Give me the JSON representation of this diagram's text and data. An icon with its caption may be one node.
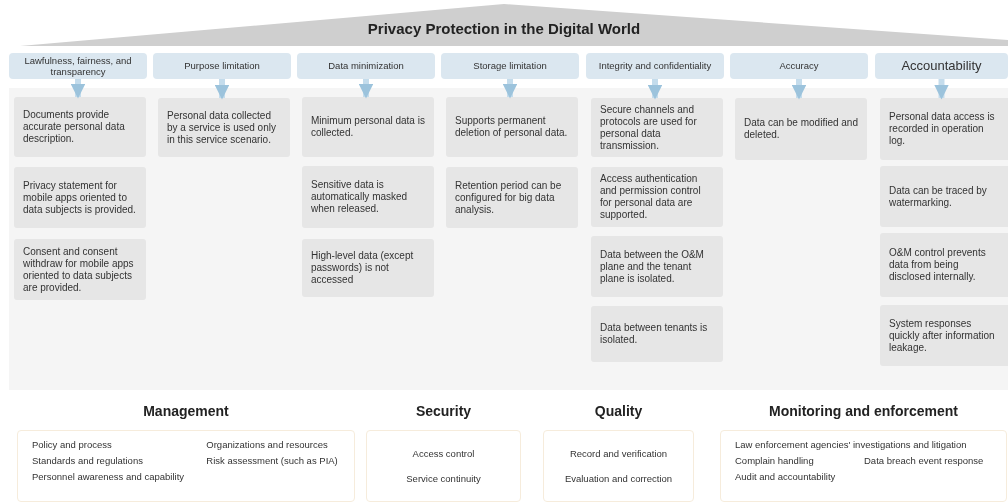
{
  "diagram": {
    "title": "Privacy Protection in the Digital World",
    "nodes": [
      {
        "text": [
          "Lawfulness, fairness, and transparency"
        ]
      },
      {
        "text": [
          "Documents provide accurate personal data description."
        ]
      },
      {
        "text": [
          "Privacy statement for mobile apps oriented to data subjects is provided."
        ]
      },
      {
        "text": [
          "Consent and consent withdraw for mobile apps oriented to data subjects are provided."
        ]
      },
      {
        "text": [
          "Purpose limitation"
        ]
      },
      {
        "text": [
          "Personal data collected by a service is used only in this service scenario."
        ]
      },
      {
        "text": [
          "Data minimization"
        ]
      },
      {
        "text": [
          "Minimum personal data is collected."
        ]
      },
      {
        "text": [
          "Sensitive data is automatically masked when released."
        ]
      },
      {
        "text": [
          "High-level data (except passwords) is not accessed"
        ]
      },
      {
        "text": [
          "Storage limitation"
        ]
      },
      {
        "text": [
          "Supports permanent deletion of personal data."
        ]
      },
      {
        "text": [
          "Retention period can be configured for big data analysis."
        ]
      },
      {
        "text": [
          "Integrity and confidentiality"
        ]
      },
      {
        "text": [
          "Secure channels and protocols are used for personal data transmission."
        ]
      },
      {
        "text": [
          "Access authentication and permission control for personal data are supported."
        ]
      },
      {
        "text": [
          "Data between the O&M plane and the tenant plane is isolated."
        ]
      },
      {
        "text": [
          "Data between tenants is isolated."
        ]
      },
      {
        "text": [
          "Accuracy"
        ]
      },
      {
        "text": [
          "Data can be modified and deleted."
        ]
      },
      {
        "text": [
          "Accountability"
        ]
      },
      {
        "text": [
          "Personal data access is recorded in operation log."
        ]
      },
      {
        "text": [
          "Data can be traced by watermarking."
        ]
      },
      {
        "text": [
          "O&M control prevents data from being disclosed internally."
        ]
      },
      {
        "text": [
          "System responses quickly after information leakage."
        ]
      },
      {
        "text": [
          "Management",
          "Policy and process",
          "Organizations and resources",
          "Standards and regulations",
          "Risk assessment (such as PIA)",
          "Personnel awareness and capability"
        ]
      },
      {
        "text": [
          "Security",
          "Access control",
          "Service continuity"
        ]
      },
      {
        "text": [
          "Quality",
          "Record and verification",
          "Evaluation and correction"
        ]
      },
      {
        "text": [
          "Monitoring and enforcement",
          "Law enforcement agencies' investigations and litigation",
          "Complain handling",
          "Data breach event response",
          "Audit and accountability"
        ]
      }
    ],
    "edges": [
      {
        "from": 0,
        "to": 1,
        "arrow": "to"
      },
      {
        "from": 4,
        "to": 5,
        "arrow": "to"
      },
      {
        "from": 6,
        "to": 7,
        "arrow": "to"
      },
      {
        "from": 10,
        "to": 11,
        "arrow": "to"
      },
      {
        "from": 13,
        "to": 14,
        "arrow": "to"
      },
      {
        "from": 18,
        "to": 19,
        "arrow": "to"
      },
      {
        "from": 20,
        "to": 21,
        "arrow": "to"
      }
    ]
  }
}
